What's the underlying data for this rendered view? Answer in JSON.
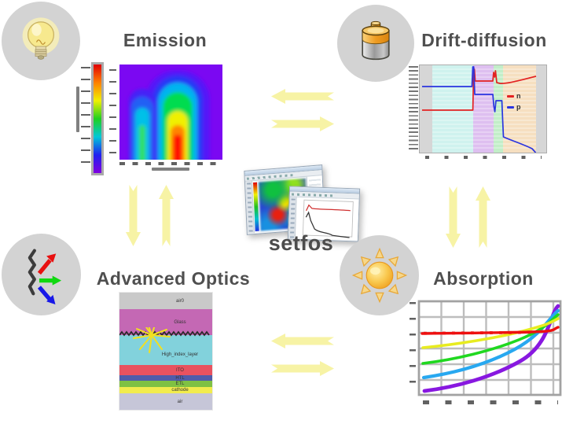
{
  "app": {
    "logo_label": "setfos"
  },
  "colors": {
    "accent_arrow": "#f7f3a5",
    "title_text": "#4f4f4f",
    "circle_bg": "#d3d3d3"
  },
  "modules": {
    "emission": {
      "title": "Emission",
      "icon": "light-bulb"
    },
    "drift_diffusion": {
      "title": "Drift-diffusion",
      "icon": "battery",
      "legend": [
        {
          "label": "n",
          "color": "#e32222"
        },
        {
          "label": "p",
          "color": "#2b35e0"
        }
      ]
    },
    "advanced_optics": {
      "title": "Advanced Optics",
      "icon": "scattering-arrows",
      "stack_layers": [
        {
          "label": "air0",
          "color": "#c9c9c9"
        },
        {
          "label": "Glass",
          "color": "#c468b4"
        },
        {
          "label": "High_index_layer",
          "color": "#82d2dc"
        },
        {
          "label": "ITO",
          "color": "#e8525f"
        },
        {
          "label": "HTL",
          "color": "#4f5caa"
        },
        {
          "label": "ETL",
          "color": "#7fc143"
        },
        {
          "label": "cathode",
          "color": "#f2ec4d"
        },
        {
          "label": "air",
          "color": "#c6c6d8"
        }
      ]
    },
    "absorption": {
      "title": "Absorption",
      "icon": "sun"
    }
  },
  "chart_data": [
    {
      "type": "heatmap",
      "module": "Emission",
      "colormap": [
        "#7b08f2",
        "#2538f5",
        "#00b4f0",
        "#00dc50",
        "#f0f000",
        "#ff8400",
        "#ff1000"
      ],
      "colorbar": "vertical rainbow at left, red top to purple bottom",
      "tick_labels": "illegible",
      "peaks": [
        {
          "name": "primary-plume",
          "x_frac": 0.57,
          "width_frac": 0.45,
          "intensity_frac": 1.0
        },
        {
          "name": "secondary-plume",
          "x_frac": 0.22,
          "width_frac": 0.24,
          "intensity_frac": 0.55
        }
      ]
    },
    {
      "type": "line",
      "module": "Drift-diffusion",
      "y_scale": "log (tick labels illegible)",
      "legend_position": "middle-right",
      "regions": [
        {
          "color": "#d6d6d6",
          "x_frac": [
            0.0,
            0.105
          ]
        },
        {
          "color": "#cff2ee",
          "x_frac": [
            0.105,
            0.425
          ]
        },
        {
          "color": "#debff0",
          "x_frac": [
            0.425,
            0.585
          ]
        },
        {
          "color": "#c2eec8",
          "x_frac": [
            0.585,
            0.655
          ]
        },
        {
          "color": "#f6dfc0",
          "x_frac": [
            0.655,
            0.915
          ]
        },
        {
          "color": "#d6d6d6",
          "x_frac": [
            0.915,
            1.0
          ]
        }
      ],
      "series": [
        {
          "name": "n",
          "color": "#e32222",
          "points_frac": [
            [
              0.02,
              0.49
            ],
            [
              0.42,
              0.49
            ],
            [
              0.43,
              0.95
            ],
            [
              0.44,
              0.81
            ],
            [
              0.58,
              0.81
            ],
            [
              0.59,
              0.91
            ],
            [
              0.61,
              0.93
            ],
            [
              0.63,
              0.79
            ],
            [
              0.92,
              0.87
            ]
          ]
        },
        {
          "name": "p",
          "color": "#2b35e0",
          "points_frac": [
            [
              0.02,
              0.75
            ],
            [
              0.41,
              0.75
            ],
            [
              0.42,
              0.97
            ],
            [
              0.44,
              0.66
            ],
            [
              0.58,
              0.66
            ],
            [
              0.6,
              0.47
            ],
            [
              0.63,
              0.59
            ],
            [
              0.66,
              0.18
            ],
            [
              0.92,
              0.01
            ]
          ]
        }
      ]
    },
    {
      "type": "line",
      "module": "Absorption",
      "grid": true,
      "tick_labels": "illegible",
      "series": [
        {
          "name": "red-flat",
          "color": "#ee1010",
          "marker": "square",
          "points_frac": [
            [
              0.02,
              0.66
            ],
            [
              0.5,
              0.67
            ],
            [
              0.8,
              0.67
            ],
            [
              0.98,
              0.72
            ]
          ]
        },
        {
          "name": "yellow",
          "color": "#e8ec20",
          "points_frac": [
            [
              0.03,
              0.52
            ],
            [
              0.5,
              0.62
            ],
            [
              0.75,
              0.7
            ],
            [
              0.98,
              0.81
            ]
          ]
        },
        {
          "name": "green",
          "color": "#20d820",
          "points_frac": [
            [
              0.03,
              0.36
            ],
            [
              0.5,
              0.48
            ],
            [
              0.75,
              0.6
            ],
            [
              0.98,
              0.85
            ]
          ]
        },
        {
          "name": "cyan",
          "color": "#28a8f0",
          "points_frac": [
            [
              0.04,
              0.21
            ],
            [
              0.5,
              0.34
            ],
            [
              0.75,
              0.52
            ],
            [
              0.98,
              0.89
            ]
          ]
        },
        {
          "name": "purple",
          "color": "#8818e0",
          "points_frac": [
            [
              0.05,
              0.07
            ],
            [
              0.5,
              0.18
            ],
            [
              0.75,
              0.38
            ],
            [
              0.98,
              0.94
            ]
          ]
        }
      ]
    }
  ]
}
